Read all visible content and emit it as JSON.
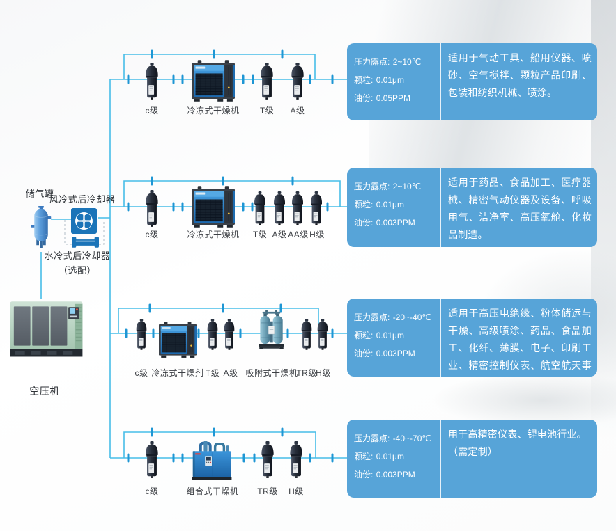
{
  "colors": {
    "pipe": "#47bde8",
    "valve": "#1e96d4",
    "panel_blue": "#57a4d8"
  },
  "left_chain": {
    "tank_label": "储气罐",
    "air_cooled_label": "风冷式后冷却器",
    "water_cooled_label": "水冷式后冷却器",
    "optional_note": "（选配）",
    "compressor_label": "空压机"
  },
  "rows": [
    {
      "device_labels": [
        "c级",
        "冷冻式干燥机",
        "T级",
        "A级"
      ],
      "spec": {
        "dew_label": "压力露点:",
        "dew_value": "2~10℃",
        "particle_label": "颗粒:",
        "particle_value": "0.01μm",
        "oil_label": "油份:",
        "oil_value": "0.05PPM"
      },
      "application": "适用于气动工具、船用仪器、喷砂、空气搅拌、颗粒产品印刷、包装和纺织机械、喷涂。"
    },
    {
      "device_labels": [
        "c级",
        "冷冻式干燥机",
        "T级",
        "A级",
        "AA级",
        "H级"
      ],
      "spec": {
        "dew_label": "压力露点:",
        "dew_value": "2~10℃",
        "particle_label": "颗粒:",
        "particle_value": "0.01μm",
        "oil_label": "油份:",
        "oil_value": "0.003PPM"
      },
      "application": "适用于药品、食品加工、医疗器械、精密气动仪器及设备、呼吸用气、洁净室、高压氧舱、化妆品制造。"
    },
    {
      "device_labels": [
        "c级",
        "冷冻式干燥剂",
        "T级",
        "A级",
        "吸附式干燥机",
        "TR级",
        "H级"
      ],
      "spec": {
        "dew_label": "压力露点:",
        "dew_value": "-20~-40℃",
        "particle_label": "颗粒:",
        "particle_value": "0.01μm",
        "oil_label": "油份:",
        "oil_value": "0.003PPM"
      },
      "application": "适用于高压电绝缘、粉体储运与干燥、高级喷涂、药品、食品加工、化纤、薄膜、电子、印刷工业、精密控制仪表、航空航天事业。"
    },
    {
      "device_labels": [
        "c级",
        "组合式干燥机",
        "TR级",
        "H级"
      ],
      "spec": {
        "dew_label": "压力露点:",
        "dew_value": "-40~-70℃",
        "particle_label": "颗粒:",
        "particle_value": "0.01μm",
        "oil_label": "油份:",
        "oil_value": "0.003PPM"
      },
      "application": "用于高精密仪表、锂电池行业。\n（需定制）"
    }
  ]
}
